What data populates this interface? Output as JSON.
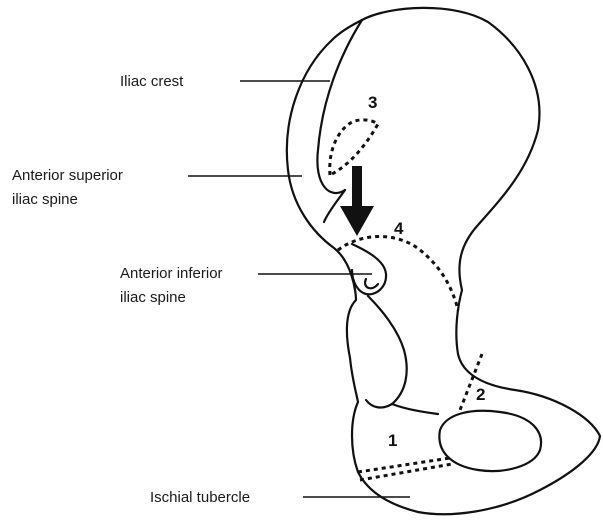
{
  "labels": {
    "iliac_crest": "Iliac crest",
    "asis_line1": "Anterior superior",
    "asis_line2": "iliac spine",
    "aiis_line1": "Anterior inferior",
    "aiis_line2": "iliac spine",
    "ischial_tubercle": "Ischial tubercle"
  },
  "markers": {
    "m1": "1",
    "m2": "2",
    "m3": "3",
    "m4": "4"
  },
  "colors": {
    "line": "#111111",
    "text": "#1a1a1a",
    "background": "#ffffff"
  }
}
